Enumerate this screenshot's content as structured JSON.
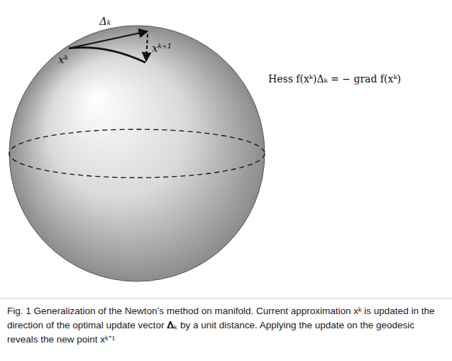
{
  "diagram": {
    "caption": "Fig. 1 Generalization of the Newton’s method on manifold. Current approximation xᵏ is updated in the direction of the optimal update vector 𝚫ₖ by a unit distance. Applying the update on the geodesic reveals the new point xᵏ⁺¹",
    "labels": [
      "Δₖ",
      "xᵏ",
      "xᵏ⁺¹",
      "Hess f(xᵏ)Δₖ = − grad f(xᵏ)"
    ]
  }
}
